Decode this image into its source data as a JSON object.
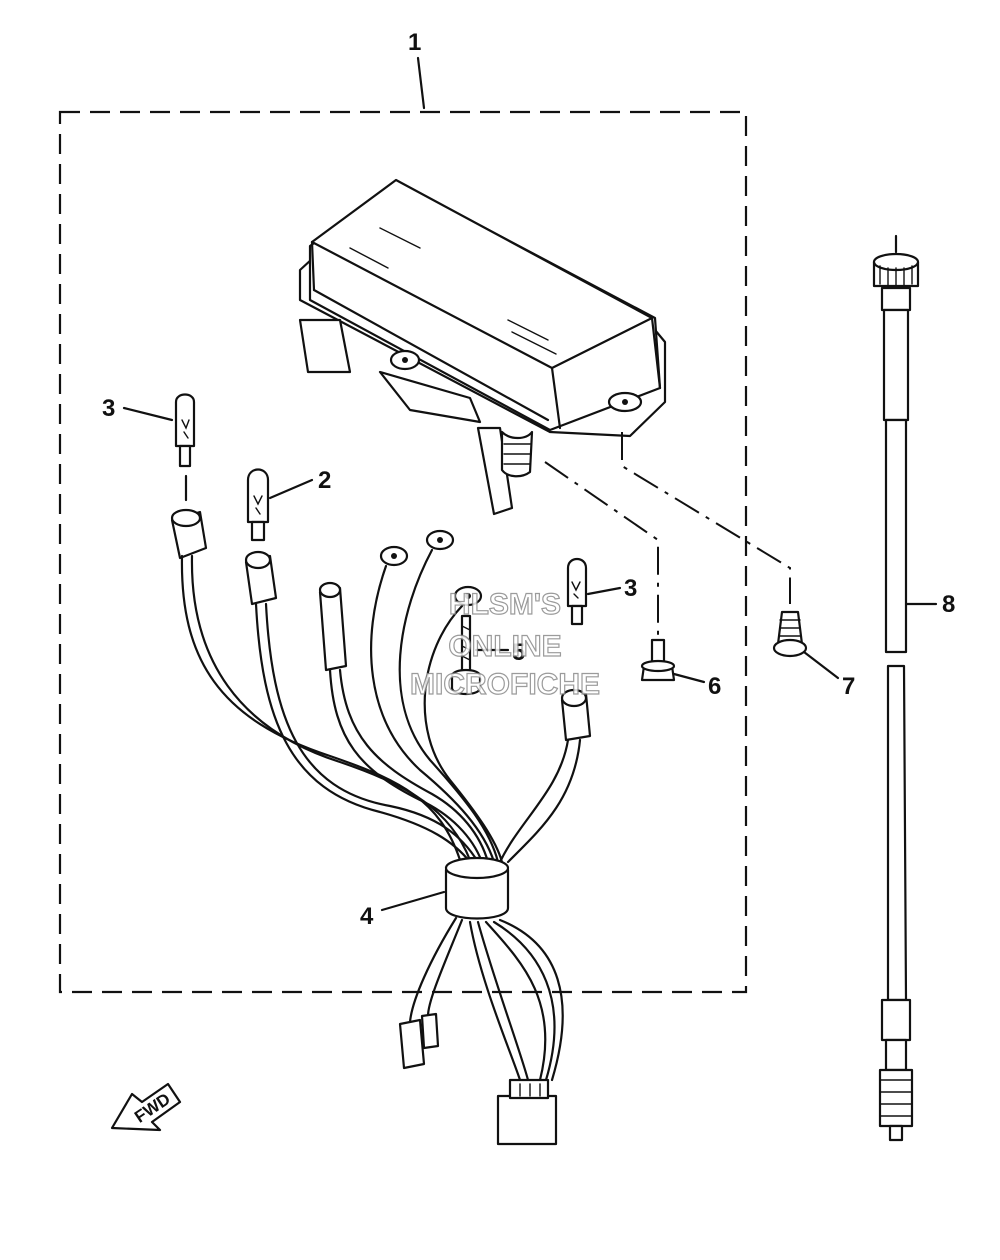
{
  "callouts": {
    "assembly": "1",
    "bulb_indicator": "2",
    "bulb_meter_left": "3",
    "bulb_meter_right": "3",
    "wire_harness": "4",
    "screw": "5",
    "nut": "6",
    "grommet": "7",
    "speedometer_cable": "8"
  },
  "direction_label": "FWD",
  "watermark": {
    "line1": "HLSM'S",
    "line2": "ONLINE",
    "line3": "MICROFICHE"
  }
}
